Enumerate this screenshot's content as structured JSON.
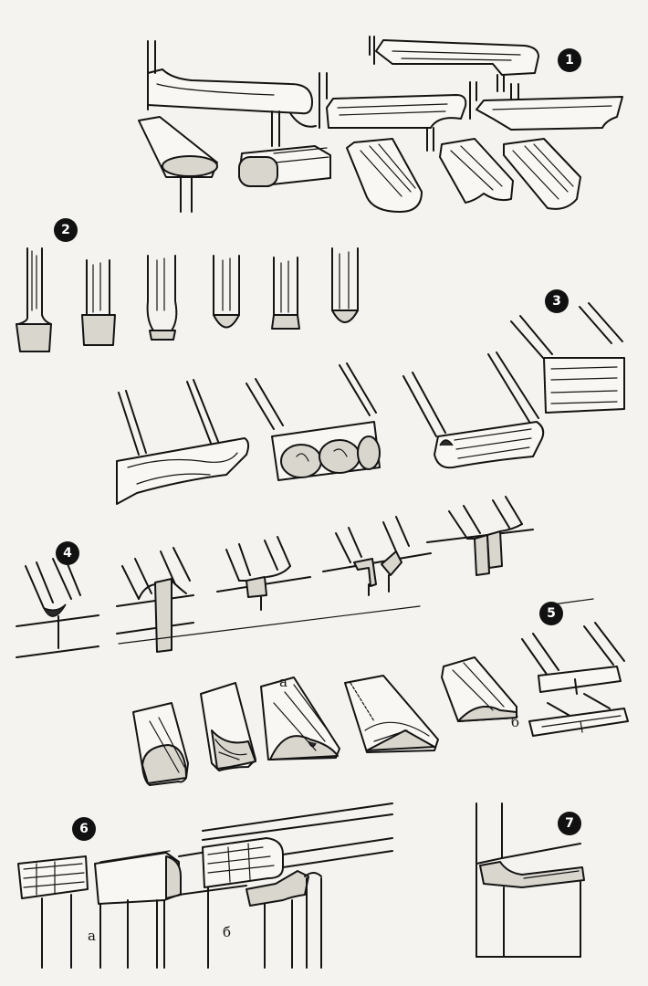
{
  "figure": {
    "badges": [
      {
        "number": "1"
      },
      {
        "number": "2"
      },
      {
        "number": "3"
      },
      {
        "number": "4"
      },
      {
        "number": "5"
      },
      {
        "number": "6"
      },
      {
        "number": "7"
      }
    ],
    "letter_labels": {
      "fig5_a": "а",
      "fig5_b": "б",
      "fig6_a": "а",
      "fig6_b": "б"
    }
  }
}
